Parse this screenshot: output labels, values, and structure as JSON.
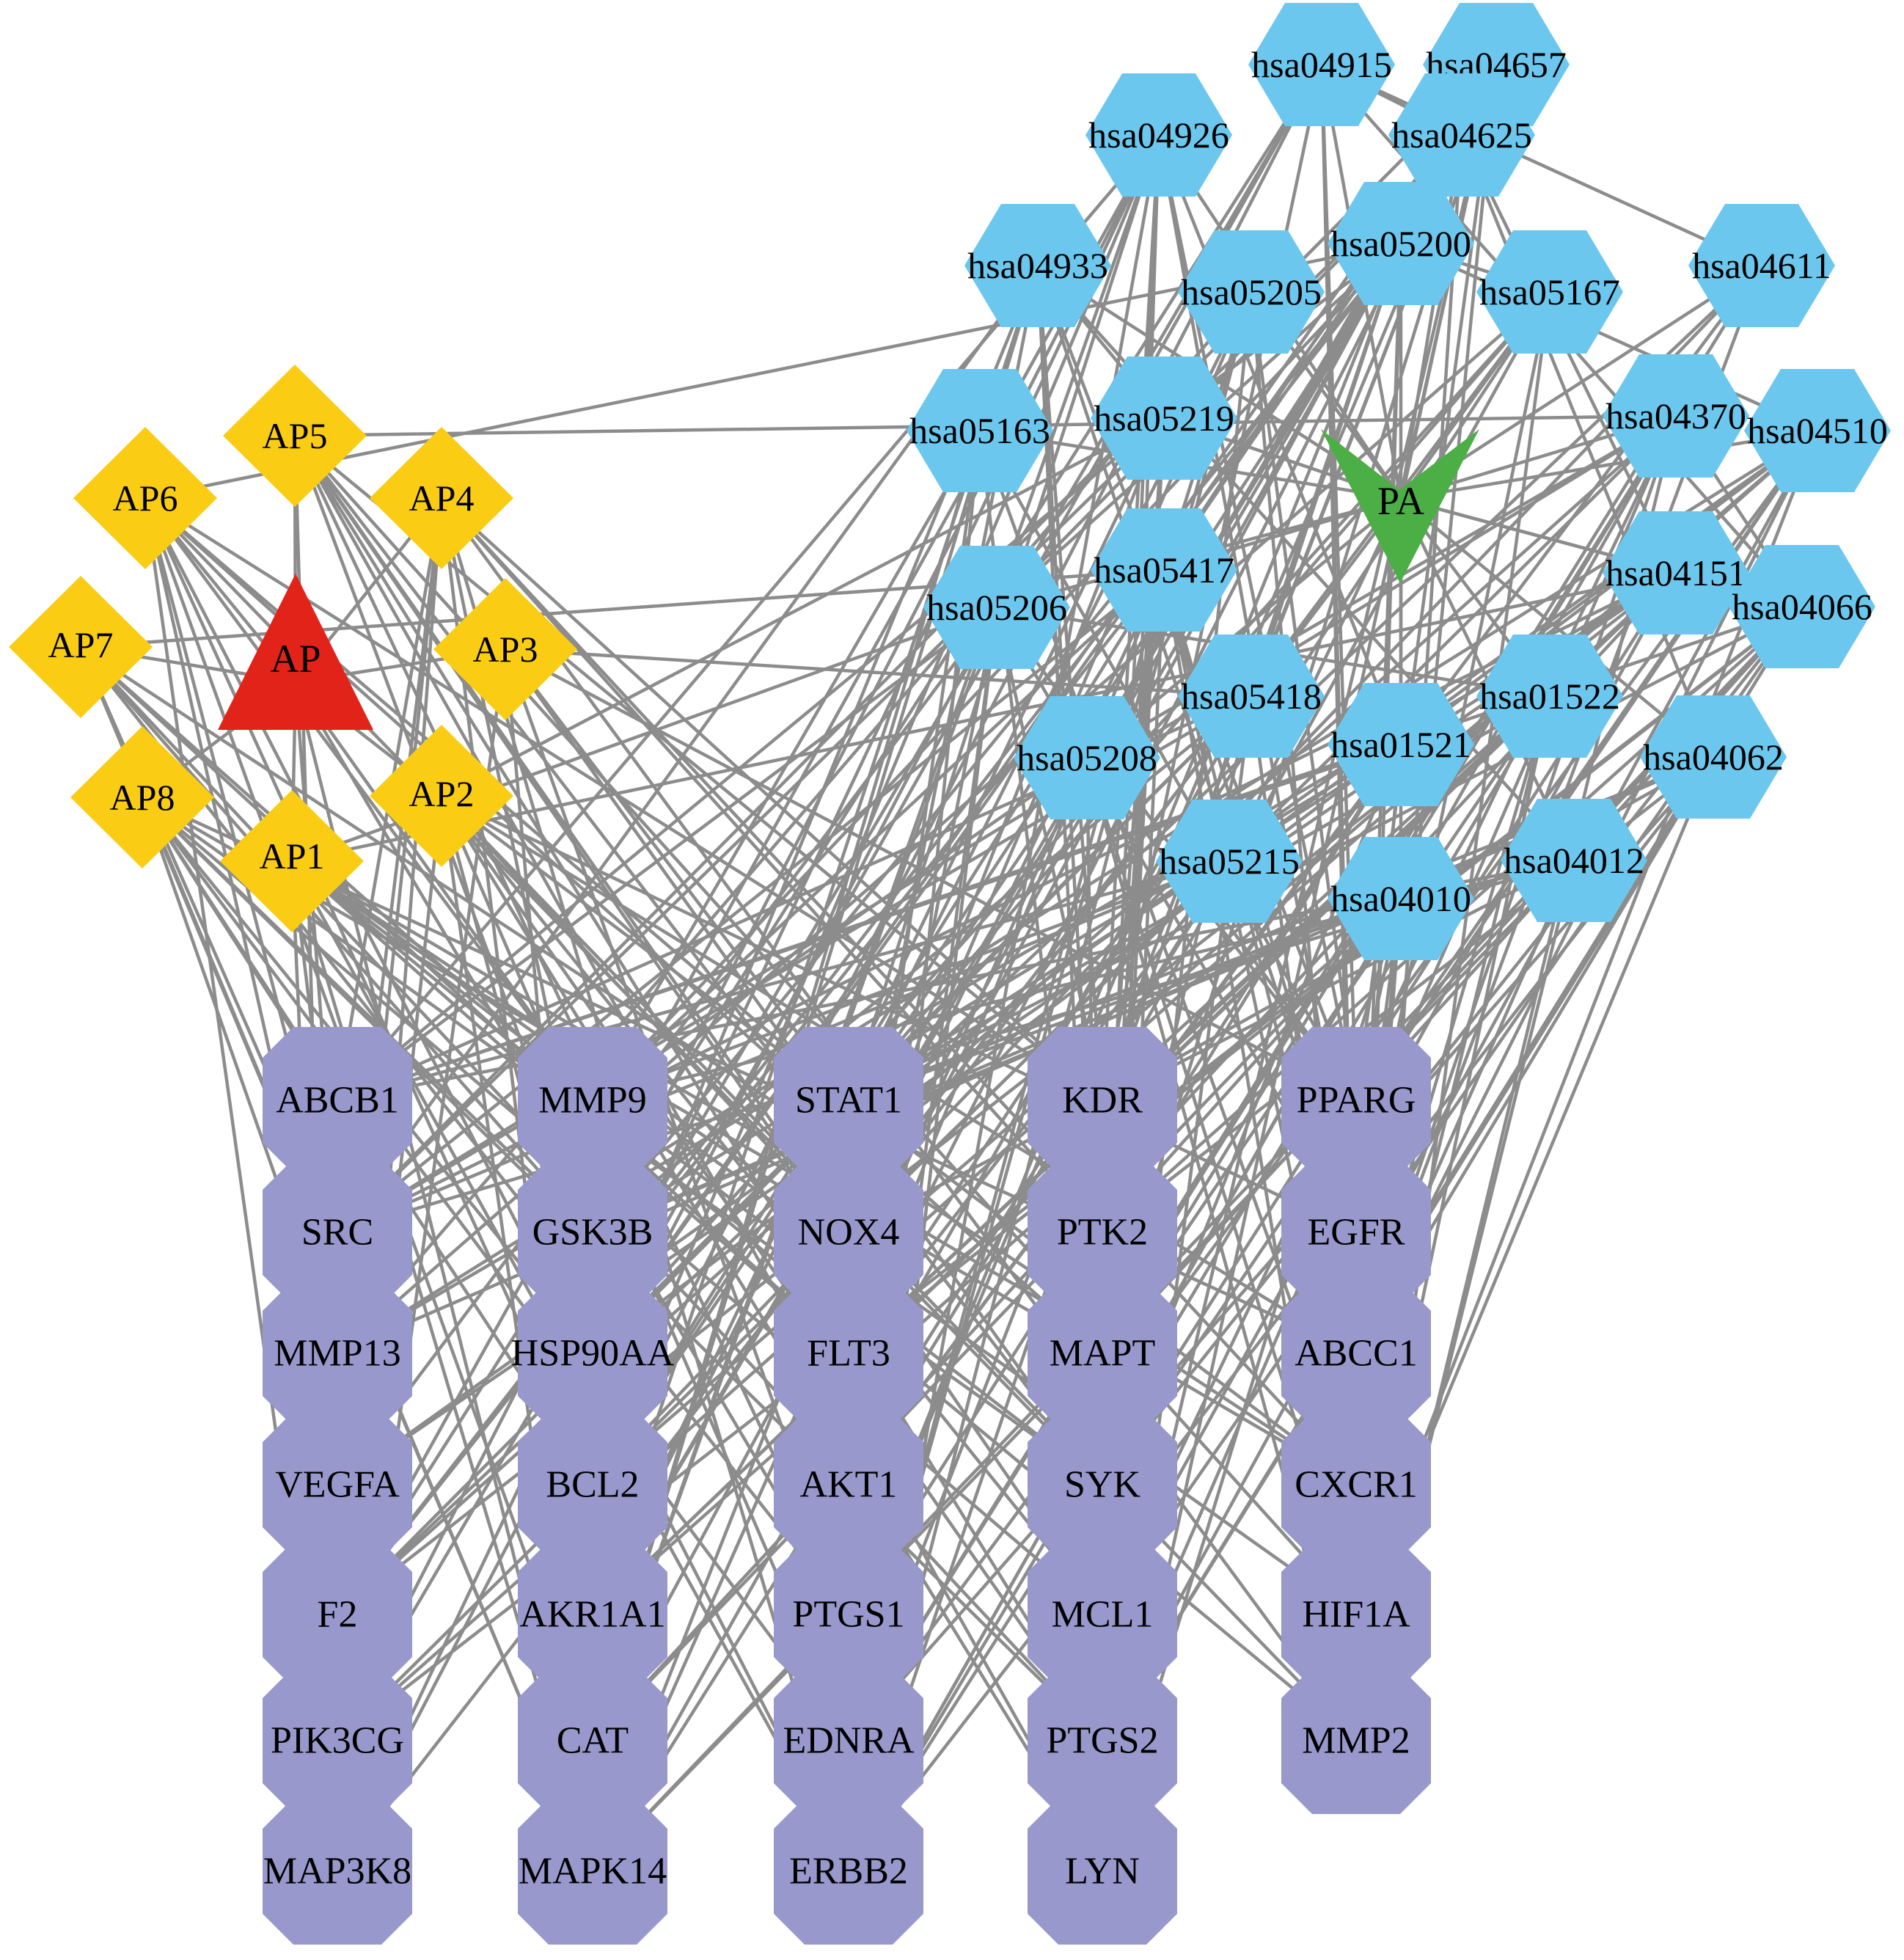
{
  "colors": {
    "edge": "#8c8c8c",
    "ap_center": "#e2231a",
    "ap_compound": "#fbcc14",
    "pa_center": "#4caf46",
    "pathway": "#6cc7ee",
    "target": "#9898cc"
  },
  "ap_center": {
    "label": "AP",
    "shape": "triangle"
  },
  "pa_center": {
    "label": "PA",
    "shape": "v-arrow"
  },
  "compounds": [
    "AP1",
    "AP2",
    "AP3",
    "AP4",
    "AP5",
    "AP6",
    "AP7",
    "AP8"
  ],
  "pathways": [
    "hsa04915",
    "hsa04657",
    "hsa04926",
    "hsa04625",
    "hsa05200",
    "hsa04933",
    "hsa05205",
    "hsa05167",
    "hsa04611",
    "hsa05163",
    "hsa05219",
    "hsa04370",
    "hsa04510",
    "hsa05417",
    "hsa04151",
    "hsa05206",
    "hsa04066",
    "hsa05418",
    "hsa01522",
    "hsa01521",
    "hsa05208",
    "hsa04062",
    "hsa05215",
    "hsa04012",
    "hsa04010"
  ],
  "target_columns": [
    [
      "ABCB1",
      "SRC",
      "MMP13",
      "VEGFA",
      "F2",
      "PIK3CG",
      "MAP3K8"
    ],
    [
      "MMP9",
      "GSK3B",
      "HSP90AA",
      "BCL2",
      "AKR1A1",
      "CAT",
      "MAPK14"
    ],
    [
      "STAT1",
      "NOX4",
      "FLT3",
      "AKT1",
      "PTGS1",
      "EDNRA",
      "ERBB2"
    ],
    [
      "KDR",
      "PTK2",
      "MAPT",
      "SYK",
      "MCL1",
      "PTGS2",
      "LYN"
    ],
    [
      "PPARG",
      "EGFR",
      "ABCC1",
      "CXCR1",
      "HIF1A",
      "MMP2"
    ]
  ]
}
